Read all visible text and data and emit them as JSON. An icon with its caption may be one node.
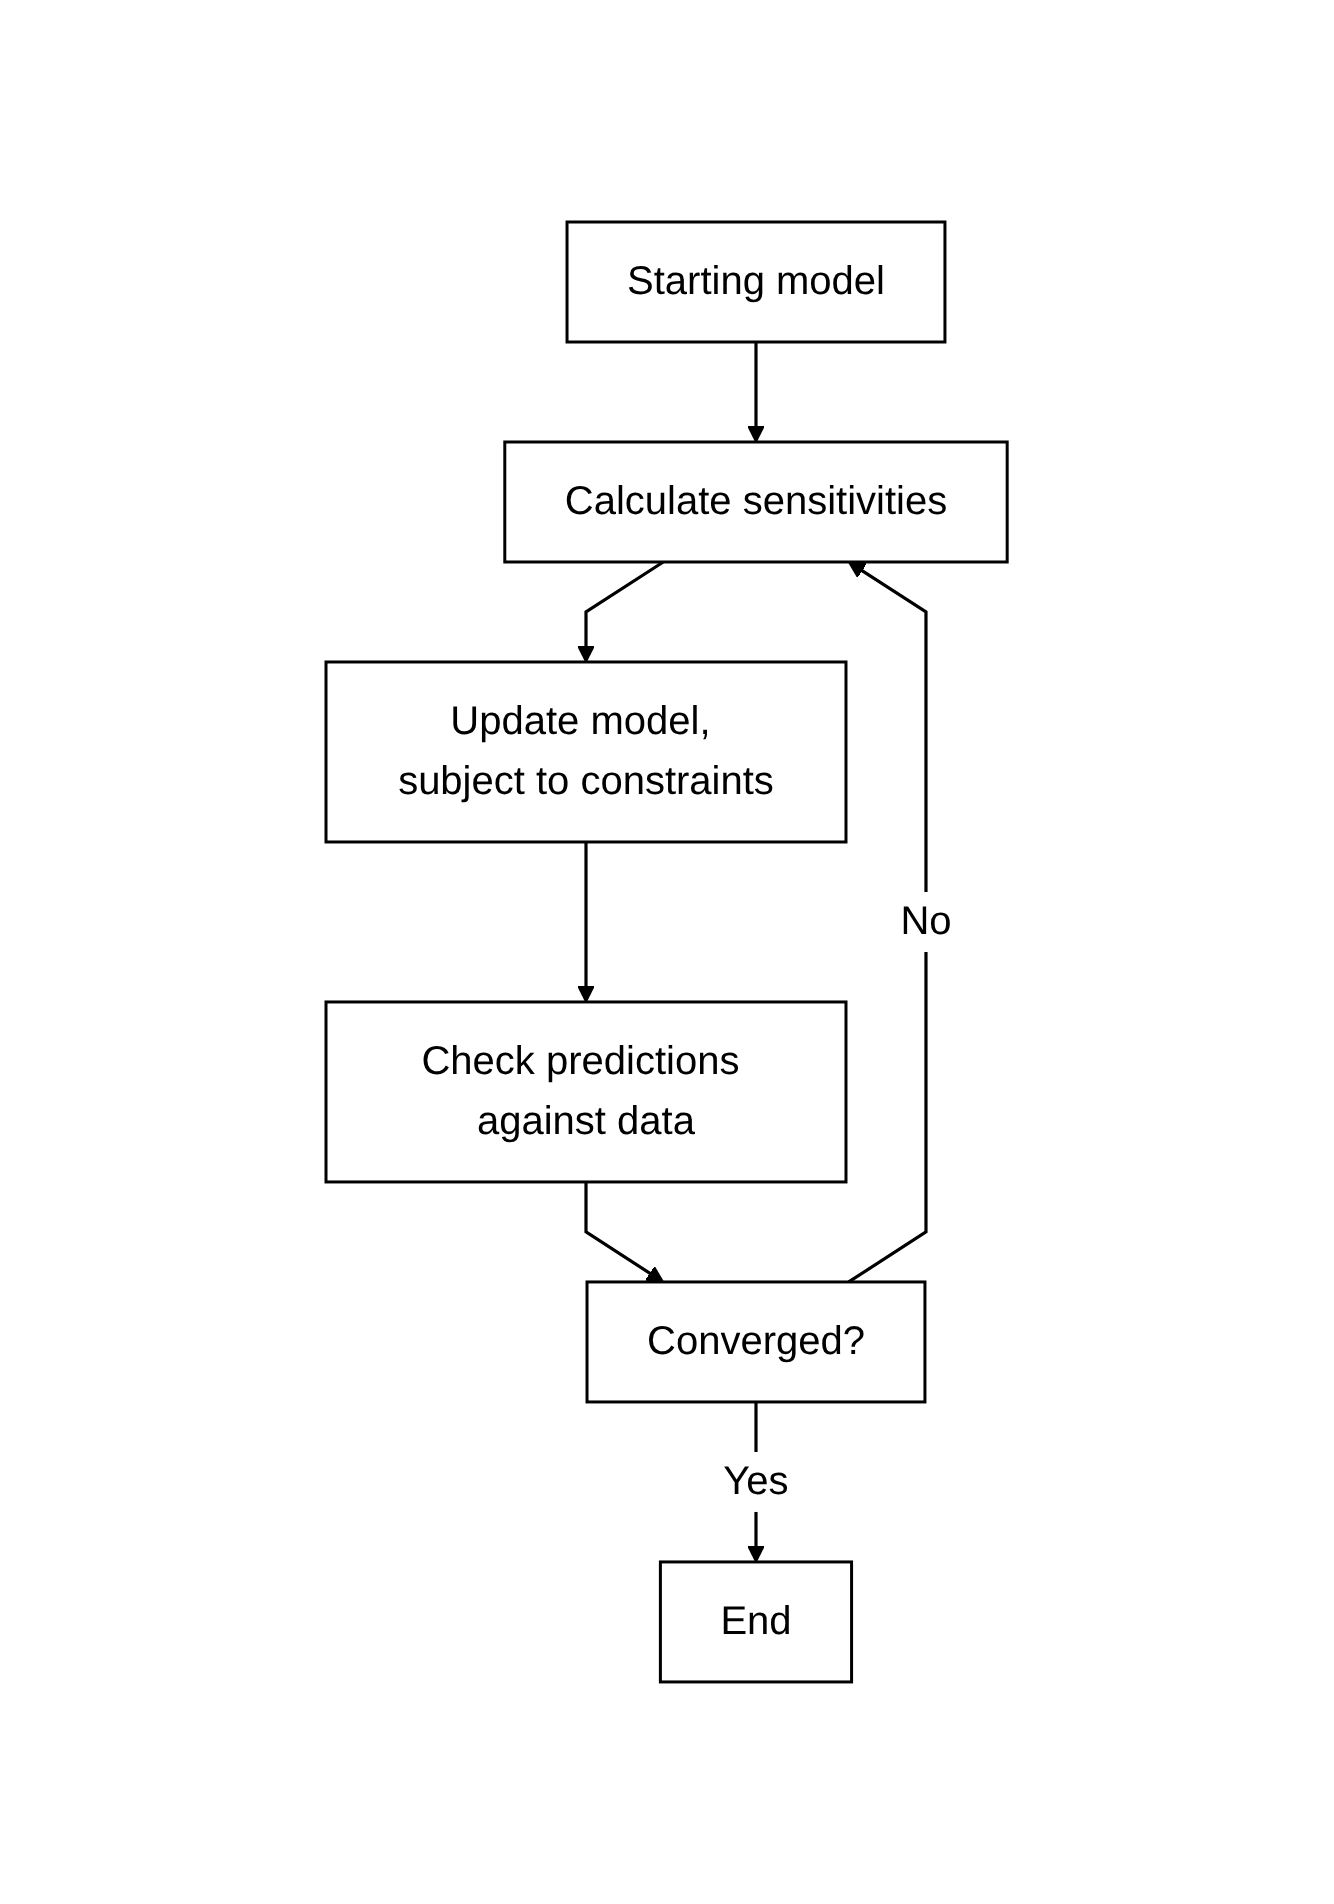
{
  "diagram": {
    "nodes": [
      {
        "text": [
          "Starting model"
        ]
      },
      {
        "text": [
          "Calculate sensitivities"
        ]
      },
      {
        "text": [
          "Update model, subject to constraints"
        ]
      },
      {
        "text": [
          "Check predictions against data"
        ]
      },
      {
        "text": [
          "Converged?"
        ]
      },
      {
        "text": [
          "End"
        ]
      }
    ],
    "edges": [
      {
        "from": 0,
        "to": 1,
        "arrow": "to"
      },
      {
        "from": 1,
        "to": 2,
        "arrow": "to"
      },
      {
        "from": 2,
        "to": 3,
        "arrow": "to"
      },
      {
        "from": 3,
        "to": 4,
        "arrow": "to"
      },
      {
        "from": 4,
        "to": 5,
        "arrow": "to",
        "label": "Yes"
      },
      {
        "from": 4,
        "to": 1,
        "arrow": "to",
        "label": "No"
      }
    ]
  }
}
